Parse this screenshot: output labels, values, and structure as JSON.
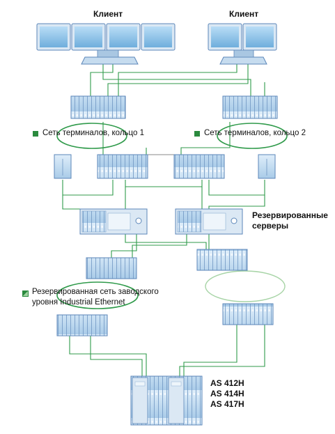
{
  "title_client_left": "Клиент",
  "title_client_right": "Клиент",
  "ring1_label": "Сеть терминалов, кольцо 1",
  "ring2_label": "Сеть терминалов, кольцо 2",
  "servers_label_line1": "Резервированные",
  "servers_label_line2": "серверы",
  "plant_bus_label_line1": "Резервированная сеть заводского",
  "plant_bus_label_line2": "уровня Industrial Ethernet",
  "as_models": [
    "AS 412H",
    "AS 414H",
    "AS 417H"
  ],
  "colors": {
    "link": "#2f9a4a",
    "ring": "#2f9a4a",
    "ring_inactive": "#a7d4a6",
    "device_fill": "#bcd8ee",
    "device_stroke": "#5b86b8",
    "screen": "#8fc3ea",
    "bullet": "#2b8a3e"
  }
}
